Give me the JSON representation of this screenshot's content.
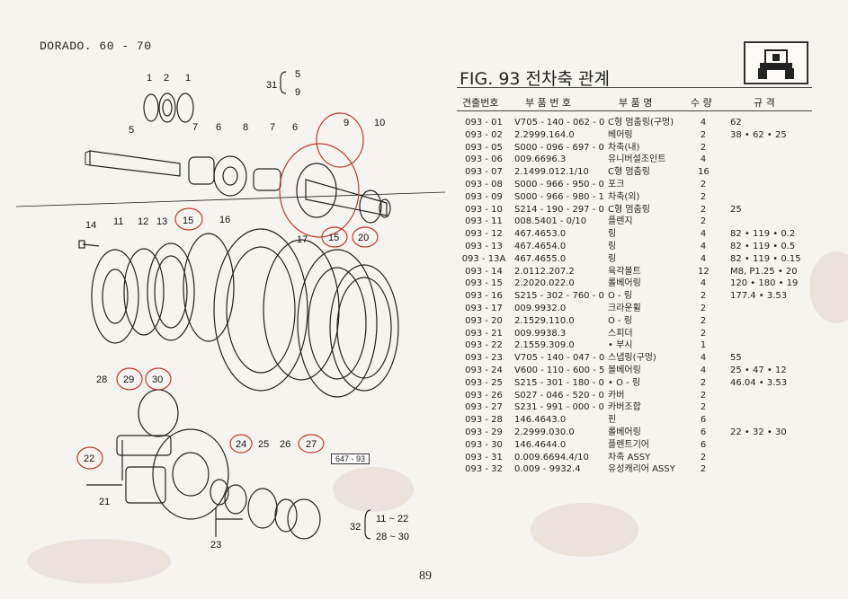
{
  "page": {
    "model": "DORADO. 60 - 70",
    "figure_title": "FIG. 93 전차축 관계",
    "page_number": "89",
    "ref_box": "647 - 93"
  },
  "table": {
    "headers": {
      "no": "견출번호",
      "part_no": "부 품 번 호",
      "name": "부 품 명",
      "qty": "수 량",
      "spec": "규 격"
    },
    "rows": [
      {
        "no": "093 - 01",
        "part_no": "V705 - 140 - 062 - 0",
        "name": "C형 멈춤링(구멍)",
        "qty": "4",
        "spec": "62"
      },
      {
        "no": "093 - 02",
        "part_no": "2.2999.164.0",
        "name": "베어링",
        "qty": "2",
        "spec": "38 • 62 • 25"
      },
      {
        "no": "093 - 05",
        "part_no": "S000 - 096 - 697 - 0",
        "name": "차축(내)",
        "qty": "2",
        "spec": ""
      },
      {
        "no": "093 - 06",
        "part_no": "009.6696.3",
        "name": "유니버설조인트",
        "qty": "4",
        "spec": ""
      },
      {
        "no": "093 - 07",
        "part_no": "2.1499.012.1/10",
        "name": "C형 멈춤링",
        "qty": "16",
        "spec": ""
      },
      {
        "no": "093 - 08",
        "part_no": "S000 - 966 - 950 - 0",
        "name": "포크",
        "qty": "2",
        "spec": ""
      },
      {
        "no": "093 - 09",
        "part_no": "S000 - 966 - 980 - 1",
        "name": "차축(외)",
        "qty": "2",
        "spec": ""
      },
      {
        "no": "093 - 10",
        "part_no": "S214 - 190 - 297 - 0",
        "name": "C형 멈춤링",
        "qty": "2",
        "spec": "25"
      },
      {
        "no": "093 - 11",
        "part_no": "008.5401 - 0/10",
        "name": "플렌지",
        "qty": "2",
        "spec": ""
      },
      {
        "no": "093 - 12",
        "part_no": "467.4653.0",
        "name": "링",
        "qty": "4",
        "spec": "82 • 119 • 0.2"
      },
      {
        "no": "093 - 13",
        "part_no": "467.4654.0",
        "name": "링",
        "qty": "4",
        "spec": "82 • 119 • 0.5"
      },
      {
        "no": "093 - 13A",
        "part_no": "467.4655.0",
        "name": "링",
        "qty": "4",
        "spec": "82 • 119 • 0.15"
      },
      {
        "no": "093 - 14",
        "part_no": "2.0112.207.2",
        "name": "육각볼트",
        "qty": "12",
        "spec": "M8, P1.25 • 20"
      },
      {
        "no": "093 - 15",
        "part_no": "2.2020.022.0",
        "name": "롤베어링",
        "qty": "4",
        "spec": "120 • 180 • 19"
      },
      {
        "no": "093 - 16",
        "part_no": "S215 - 302 - 760 - 0",
        "name": "O - 링",
        "qty": "2",
        "spec": "177.4 • 3.53"
      },
      {
        "no": "093 - 17",
        "part_no": "009.9932.0",
        "name": "크라운휠",
        "qty": "2",
        "spec": ""
      },
      {
        "no": "093 - 20",
        "part_no": "2.1529.110.0",
        "name": "O - 링",
        "qty": "2",
        "spec": ""
      },
      {
        "no": "093 - 21",
        "part_no": "009.9938.3",
        "name": "스피더",
        "qty": "2",
        "spec": ""
      },
      {
        "no": "093 - 22",
        "part_no": "2.1559.309.0",
        "name": "• 부시",
        "qty": "1",
        "spec": ""
      },
      {
        "no": "093 - 23",
        "part_no": "V705 - 140 - 047 - 0",
        "name": "스냅링(구멍)",
        "qty": "4",
        "spec": "55"
      },
      {
        "no": "093 - 24",
        "part_no": "V600 - 110 - 600 - 5",
        "name": "볼베어링",
        "qty": "4",
        "spec": "25 • 47 • 12"
      },
      {
        "no": "093 - 25",
        "part_no": "S215 - 301 - 180 - 0",
        "name": "• O - 링",
        "qty": "2",
        "spec": "46.04 • 3.53"
      },
      {
        "no": "093 - 26",
        "part_no": "S027 - 046 - 520 - 0",
        "name": "카버",
        "qty": "2",
        "spec": ""
      },
      {
        "no": "093 - 27",
        "part_no": "S231 - 991 - 000 - 0",
        "name": "카버조합",
        "qty": "2",
        "spec": ""
      },
      {
        "no": "093 - 28",
        "part_no": "146.4643.0",
        "name": "핀",
        "qty": "6",
        "spec": ""
      },
      {
        "no": "093 - 29",
        "part_no": "2.2999.030.0",
        "name": "롤베어링",
        "qty": "6",
        "spec": "22 • 32 • 30"
      },
      {
        "no": "093 - 30",
        "part_no": "146.4644.0",
        "name": "플렌트기어",
        "qty": "6",
        "spec": ""
      },
      {
        "no": "093 - 31",
        "part_no": "0.009.6694.4/10",
        "name": "차축 ASSY",
        "qty": "2",
        "spec": ""
      },
      {
        "no": "093 - 32",
        "part_no": "0.009 - 9932.4",
        "name": "유성캐리어 ASSY",
        "qty": "2",
        "spec": ""
      }
    ]
  },
  "diagram": {
    "callouts": {
      "c1a": "1",
      "c2": "2",
      "c1b": "1",
      "c31": "31",
      "c5a": "5",
      "c9a": "9",
      "c5": "5",
      "c7a": "7",
      "c6a": "6",
      "c8": "8",
      "c7b": "7",
      "c6b": "6",
      "c9": "9",
      "c10": "10",
      "c14": "14",
      "c11": "11",
      "c12": "12",
      "c13": "13",
      "c15a": "15",
      "c16": "16",
      "c17": "17",
      "c15b": "15",
      "c20": "20",
      "c28": "28",
      "c29": "29",
      "c30": "30",
      "c24": "24",
      "c25": "25",
      "c26": "26",
      "c27": "27",
      "c22": "22",
      "c21": "21",
      "c23": "23",
      "c32": "32",
      "c11_22": "11 ~ 22",
      "c28_30": "28 ~ 30"
    },
    "colors": {
      "ink": "#222222",
      "red_mark": "#c0392b",
      "paper": "#f6f4ee"
    },
    "icons": {
      "logo": "tractor-icon"
    }
  }
}
